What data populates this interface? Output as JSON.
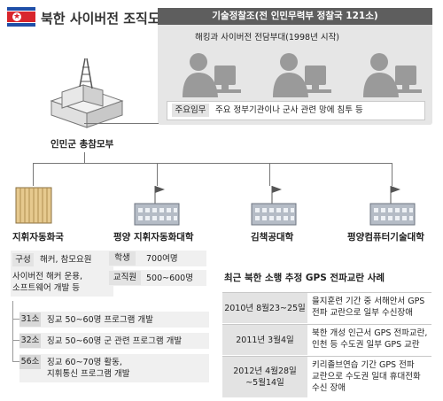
{
  "header": {
    "title": "북한 사이버전 조직도"
  },
  "bureau": {
    "title": "기술정찰조(전 인민무력부 정찰국 121소)",
    "subtitle": "해킹과 사이버전 전담부대(1998년 시작)",
    "mission_label": "주요임무",
    "mission_text": "주요 정부기관이나 군사 관련 망에 침투 등"
  },
  "hq": {
    "label": "인민군 총참모부"
  },
  "branches": [
    {
      "label": "지휘자동화국"
    },
    {
      "label": "평양 지휘자동화대학"
    },
    {
      "label": "김책공대학"
    },
    {
      "label": "평양컴퓨터기술대학"
    }
  ],
  "command_bureau": {
    "composition_label": "구성",
    "composition_value": "해커, 참모요원",
    "description_line1": "사이버전 해커 운용,",
    "description_line2": "소프트웨어 개발 등",
    "units": [
      {
        "name": "31소",
        "line1": "징교 50~60명 프로그램 개발",
        "line2": ""
      },
      {
        "name": "32소",
        "line1": "징교 50~60명 군 관련 프로그램 개발",
        "line2": ""
      },
      {
        "name": "56소",
        "line1": "징교 60~70명 활동,",
        "line2": "지휘통신 프로그램 개발"
      }
    ]
  },
  "university": {
    "students_label": "학생",
    "students_value": "700여명",
    "faculty_label": "교직원",
    "faculty_value": "500~600명"
  },
  "gps": {
    "title": "최근 북한 소행 추정 GPS 전파교란 사례",
    "rows": [
      {
        "date1": "2010년 8월23~25일",
        "date2": "",
        "line1": "을지훈련 기간 중 서해안서 GPS",
        "line2": "전파 교란으로 일부 수신장애",
        "line3": ""
      },
      {
        "date1": "2011년 3월4일",
        "date2": "",
        "line1": "북한 개성 인근서 GPS 전파교란,",
        "line2": "인천 등 수도권 일부 GPS 교란",
        "line3": ""
      },
      {
        "date1": "2012년 4월28일",
        "date2": "~5월14일",
        "line1": "키리졸브연습 기간 GPS 전파",
        "line2": "교란으로 수도권 일대 휴대전화",
        "line3": "수신 장애"
      }
    ]
  }
}
